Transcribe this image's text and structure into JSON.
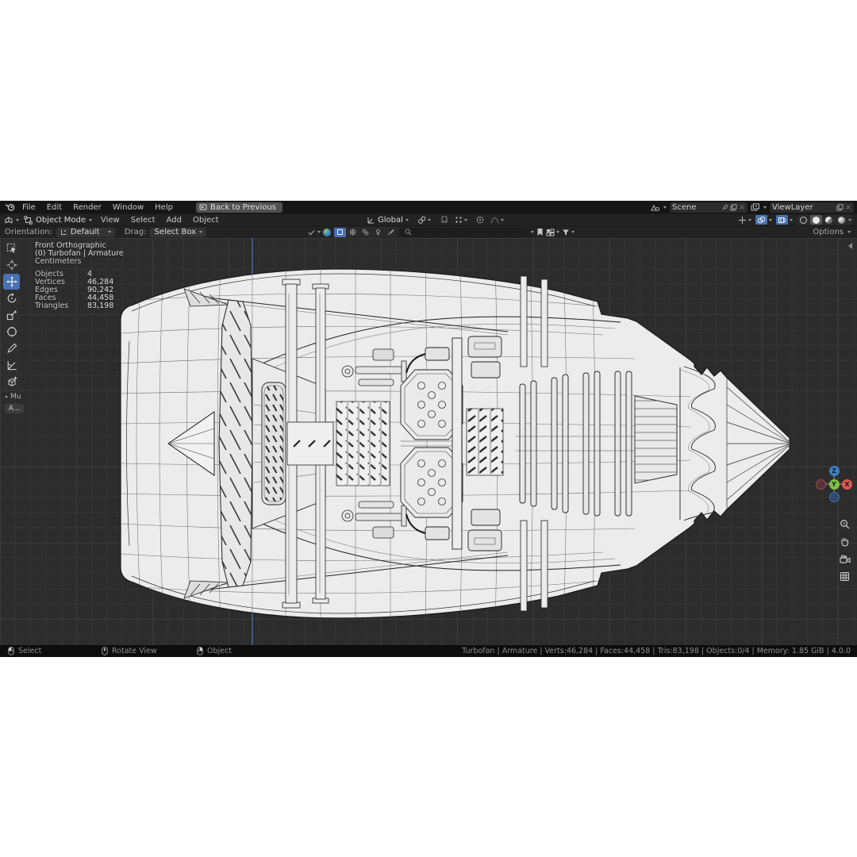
{
  "topbar": {
    "menus": [
      "File",
      "Edit",
      "Render",
      "Window",
      "Help"
    ],
    "back_button": "Back to Previous",
    "scene_name": "Scene",
    "view_layer_name": "ViewLayer"
  },
  "viewport_header": {
    "mode": "Object Mode",
    "menus": [
      "View",
      "Select",
      "Add",
      "Object"
    ],
    "orientation": "Global"
  },
  "tool_settings": {
    "orientation_label": "Orientation:",
    "orientation_value": "Default",
    "drag_label": "Drag:",
    "drag_value": "Select Box",
    "options_label": "Options"
  },
  "viewport": {
    "view_label": "Front Orthographic",
    "object_label": "(0) Turbofan | Armature",
    "units_label": "Centimeters",
    "stats": [
      {
        "label": "Objects",
        "value": "4"
      },
      {
        "label": "Vertices",
        "value": "46,284"
      },
      {
        "label": "Edges",
        "value": "90,242"
      },
      {
        "label": "Faces",
        "value": "44,458"
      },
      {
        "label": "Triangles",
        "value": "83,198"
      }
    ],
    "redo_panel_label": "Mu",
    "tool_popover_label": "A...",
    "gizmo": {
      "x": "X",
      "y": "Y",
      "z": "Z"
    }
  },
  "statusbar": {
    "hints": [
      {
        "label": "Select"
      },
      {
        "label": "Rotate View"
      },
      {
        "label": "Object"
      }
    ],
    "info": "Turbofan | Armature | Verts:46,284 | Faces:44,458 | Tris:83,198 | Objects:0/4 | Memory: 1.85 GiB | 4.0.0"
  },
  "colors": {
    "accent": "#4772b3",
    "axis_x": "#e0574f",
    "axis_y": "#6fb33f",
    "axis_z": "#3d7fc4",
    "viewport_bg": "#2c2c2c",
    "model_fill": "#ececec"
  }
}
